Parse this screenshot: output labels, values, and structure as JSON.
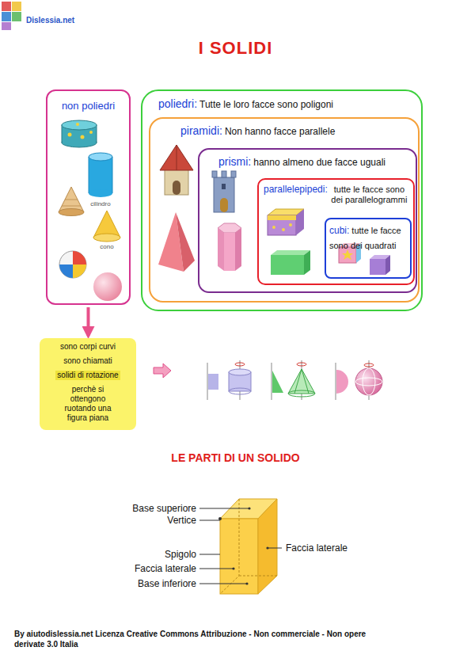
{
  "diagram": {
    "title": "I SOLIDI",
    "nodes": [
      {
        "text": [
          "non poliedri"
        ]
      },
      {
        "text": [
          "sono corpi curvi",
          "sono chiamati",
          "solidi di rotazione",
          "perchè si ottengono ruotando una figura piana"
        ]
      },
      {
        "text": [
          "poliedri:",
          "Tutte le loro facce sono poligoni"
        ]
      },
      {
        "text": [
          "piramidi:",
          "Non hanno facce parallele"
        ],
        "in": 2
      },
      {
        "text": [
          "prismi:",
          "hanno almeno due facce uguali"
        ],
        "in": 3
      },
      {
        "text": [
          "parallelepipedi:",
          "tutte le facce sono dei parallelogrammi"
        ],
        "in": 4
      },
      {
        "text": [
          "cubi:",
          "tutte le facce sono dei quadrati"
        ],
        "in": 5
      }
    ],
    "edges": [
      {
        "from": 0,
        "to": 1,
        "arrow": "to"
      }
    ],
    "labels": [
      "Dislessia.net",
      "cilindro",
      "cono",
      "LE PARTI DI UN SOLIDO",
      "Base superiore",
      "Vertice",
      "Spigolo",
      "Faccia laterale",
      "Base inferiore",
      "Faccia laterale",
      "By aiutodislessia.net Licenza Creative Commons Attribuzione - Non commerciale - Non opere derivate 3.0 Italia"
    ]
  }
}
